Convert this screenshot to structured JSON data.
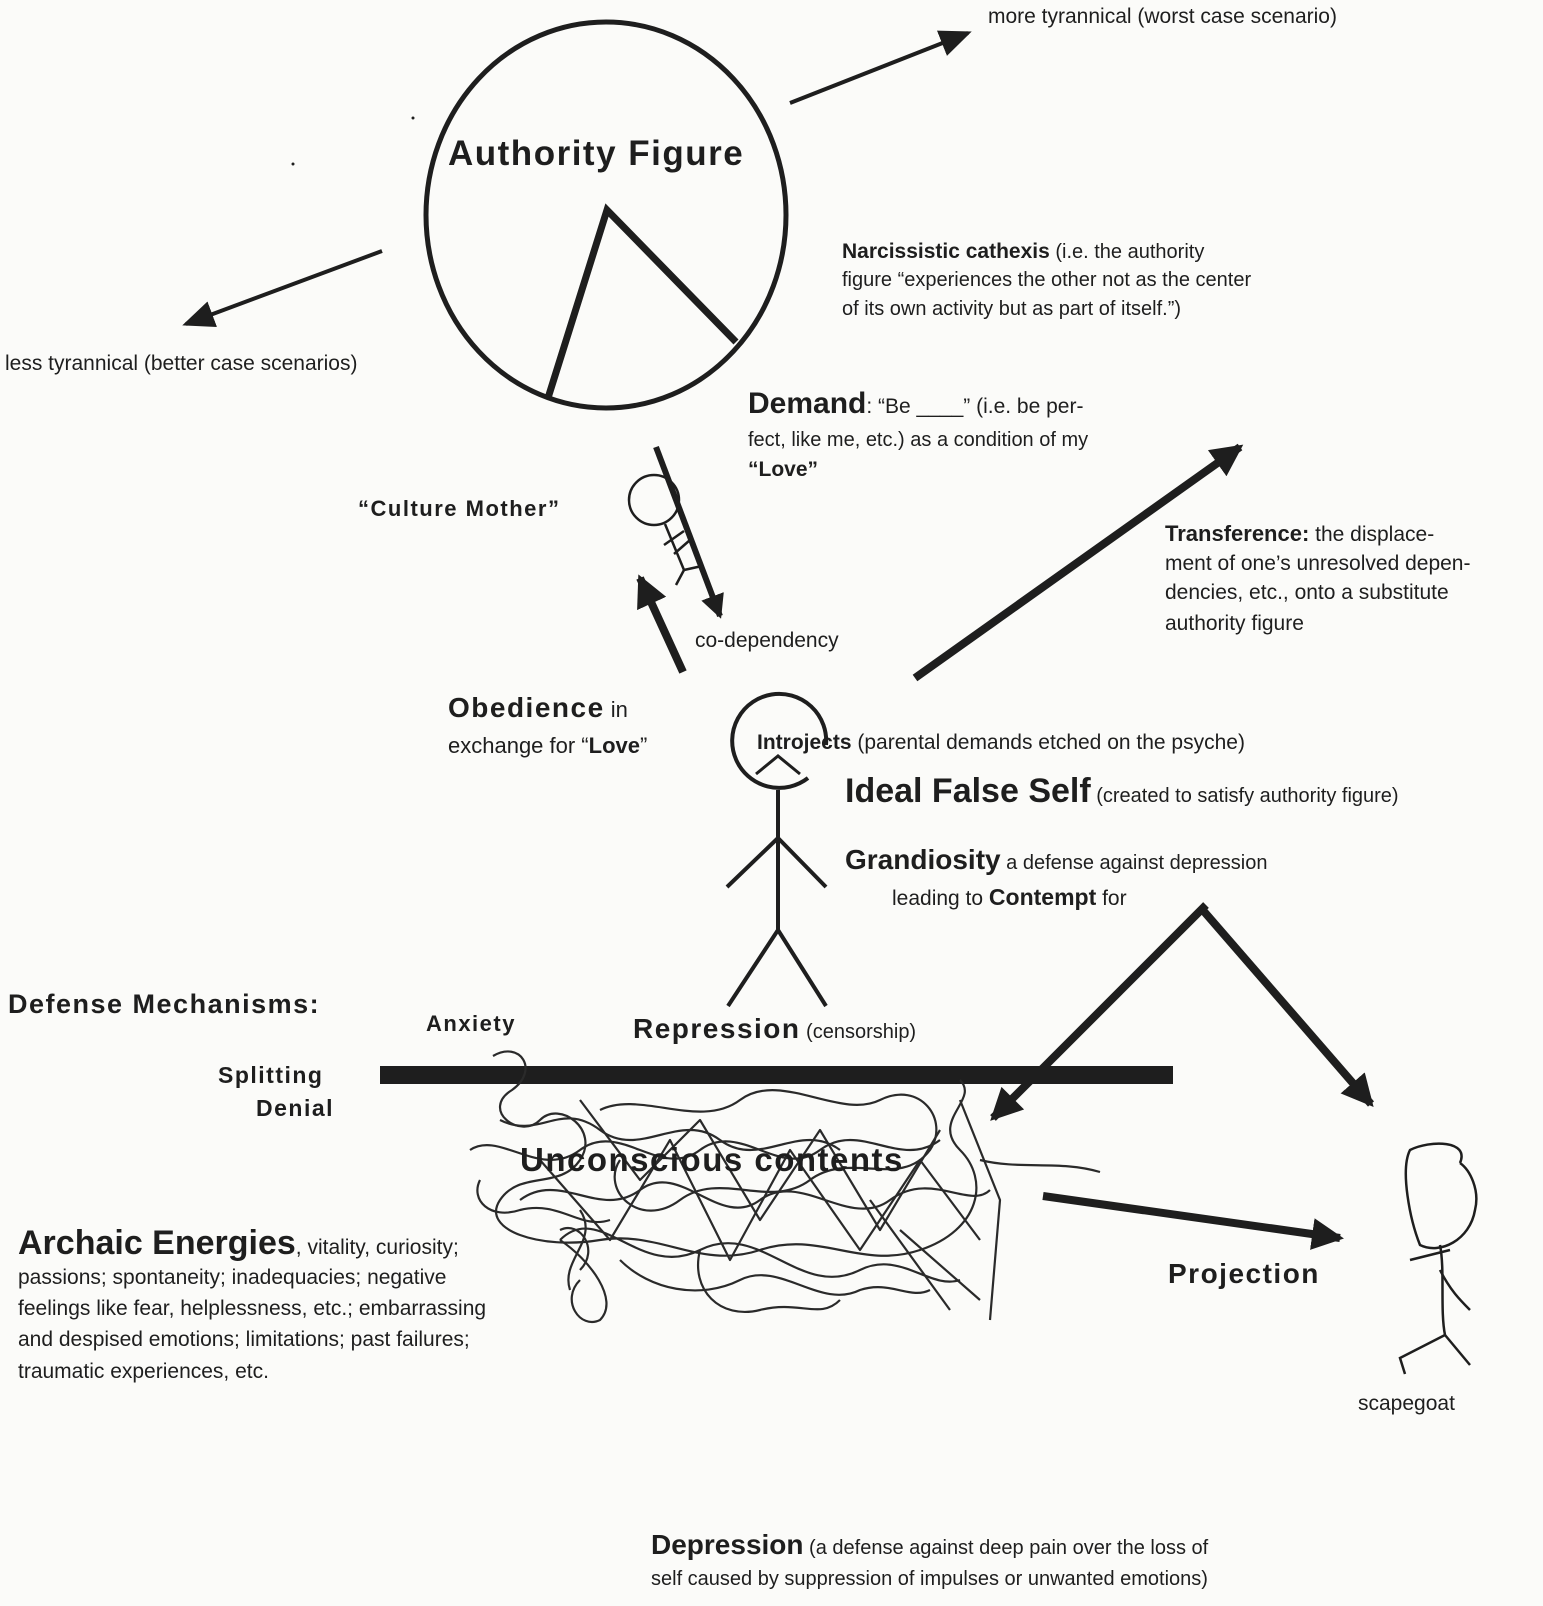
{
  "authority": {
    "label": "Authority Figure",
    "more": "more tyrannical (worst case scenario)",
    "less": "less tyrannical (better case scenarios)"
  },
  "narcissistic": {
    "term": "Narcissistic cathexis",
    "line1": " (i.e. the authority",
    "line2": "figure “experiences the other not as the center",
    "line3": "of its own activity but as part of itself.”)"
  },
  "demand": {
    "term": "Demand",
    "line1_rest": ": “Be ____” (i.e. be per-",
    "line2": "fect, like me, etc.) as a condition of my",
    "line3": "“Love”"
  },
  "culture_mother": "“Culture  Mother”",
  "codependency": "co-dependency",
  "transference": {
    "term": "Transference:",
    "line1_rest": " the displace-",
    "line2": "ment of one’s unresolved depen-",
    "line3": "dencies, etc., onto a substitute",
    "line4": "authority figure"
  },
  "obedience": {
    "term": "Obedience",
    "line1_rest": " in",
    "line2_pre": "exchange for “",
    "line2_love": "Love",
    "line2_post": "”"
  },
  "introjects": {
    "term": "Introjects",
    "rest": " (parental demands etched on the psyche)"
  },
  "false_self": {
    "term": "Ideal False Self",
    "rest": " (created to satisfy authority figure)"
  },
  "grandiosity": {
    "term": "Grandiosity",
    "rest": " a defense against depression",
    "line2_pre": "leading to ",
    "line2_term": "Contempt",
    "line2_post": " for"
  },
  "defense": {
    "title": "Defense  Mechanisms:",
    "anxiety": "Anxiety",
    "splitting": "Splitting",
    "denial": "Denial"
  },
  "repression": {
    "term": "Repression",
    "rest": " (censorship)"
  },
  "unconscious": "Unconscious contents",
  "archaic": {
    "term": "Archaic Energies",
    "line1_rest": ", vitality, curiosity;",
    "line2": "passions; spontaneity; inadequacies; negative",
    "line3": "feelings like fear, helplessness, etc.; embarrassing",
    "line4": "and despised emotions; limitations; past failures;",
    "line5": "traumatic experiences, etc."
  },
  "projection": "Projection",
  "scapegoat": "scapegoat",
  "depression": {
    "term": "Depression",
    "rest": " (a defense against deep pain over the loss of",
    "line2": "self caused by suppression of impulses or unwanted emotions)"
  },
  "colors": {
    "ink": "#1e1e1e",
    "paper": "#fbfbf9"
  }
}
